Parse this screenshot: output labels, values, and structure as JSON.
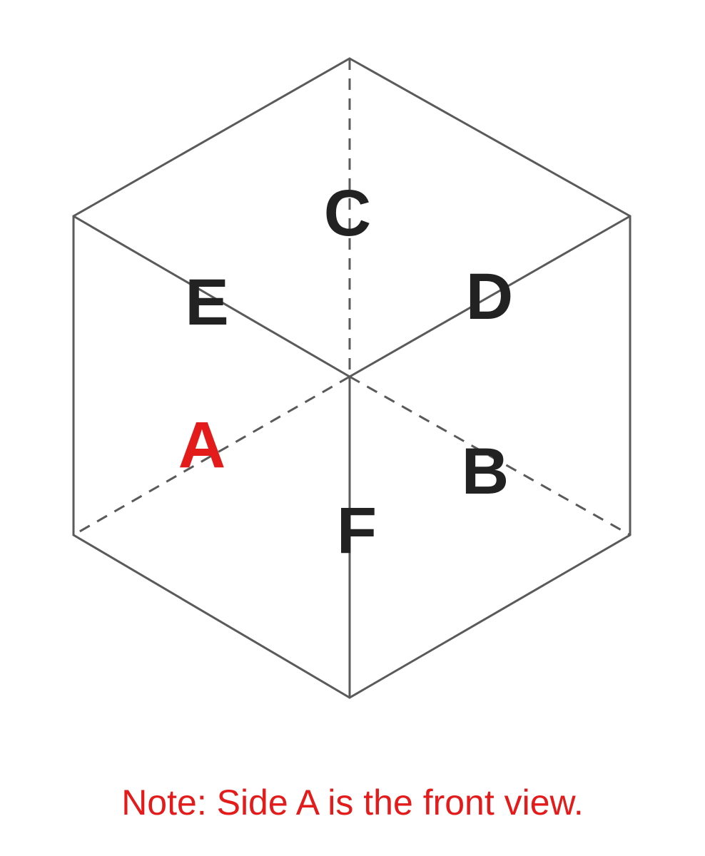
{
  "colors": {
    "edge": "#5a5a5a",
    "label": "#222222",
    "highlight": "#e31b1b"
  },
  "cube": {
    "faces": [
      {
        "id": "C",
        "label": "C",
        "highlighted": false
      },
      {
        "id": "E",
        "label": "E",
        "highlighted": false
      },
      {
        "id": "D",
        "label": "D",
        "highlighted": false
      },
      {
        "id": "A",
        "label": "A",
        "highlighted": true
      },
      {
        "id": "B",
        "label": "B",
        "highlighted": false
      },
      {
        "id": "F",
        "label": "F",
        "highlighted": false
      }
    ]
  },
  "note": {
    "text": "Note: Side A is the front view."
  }
}
